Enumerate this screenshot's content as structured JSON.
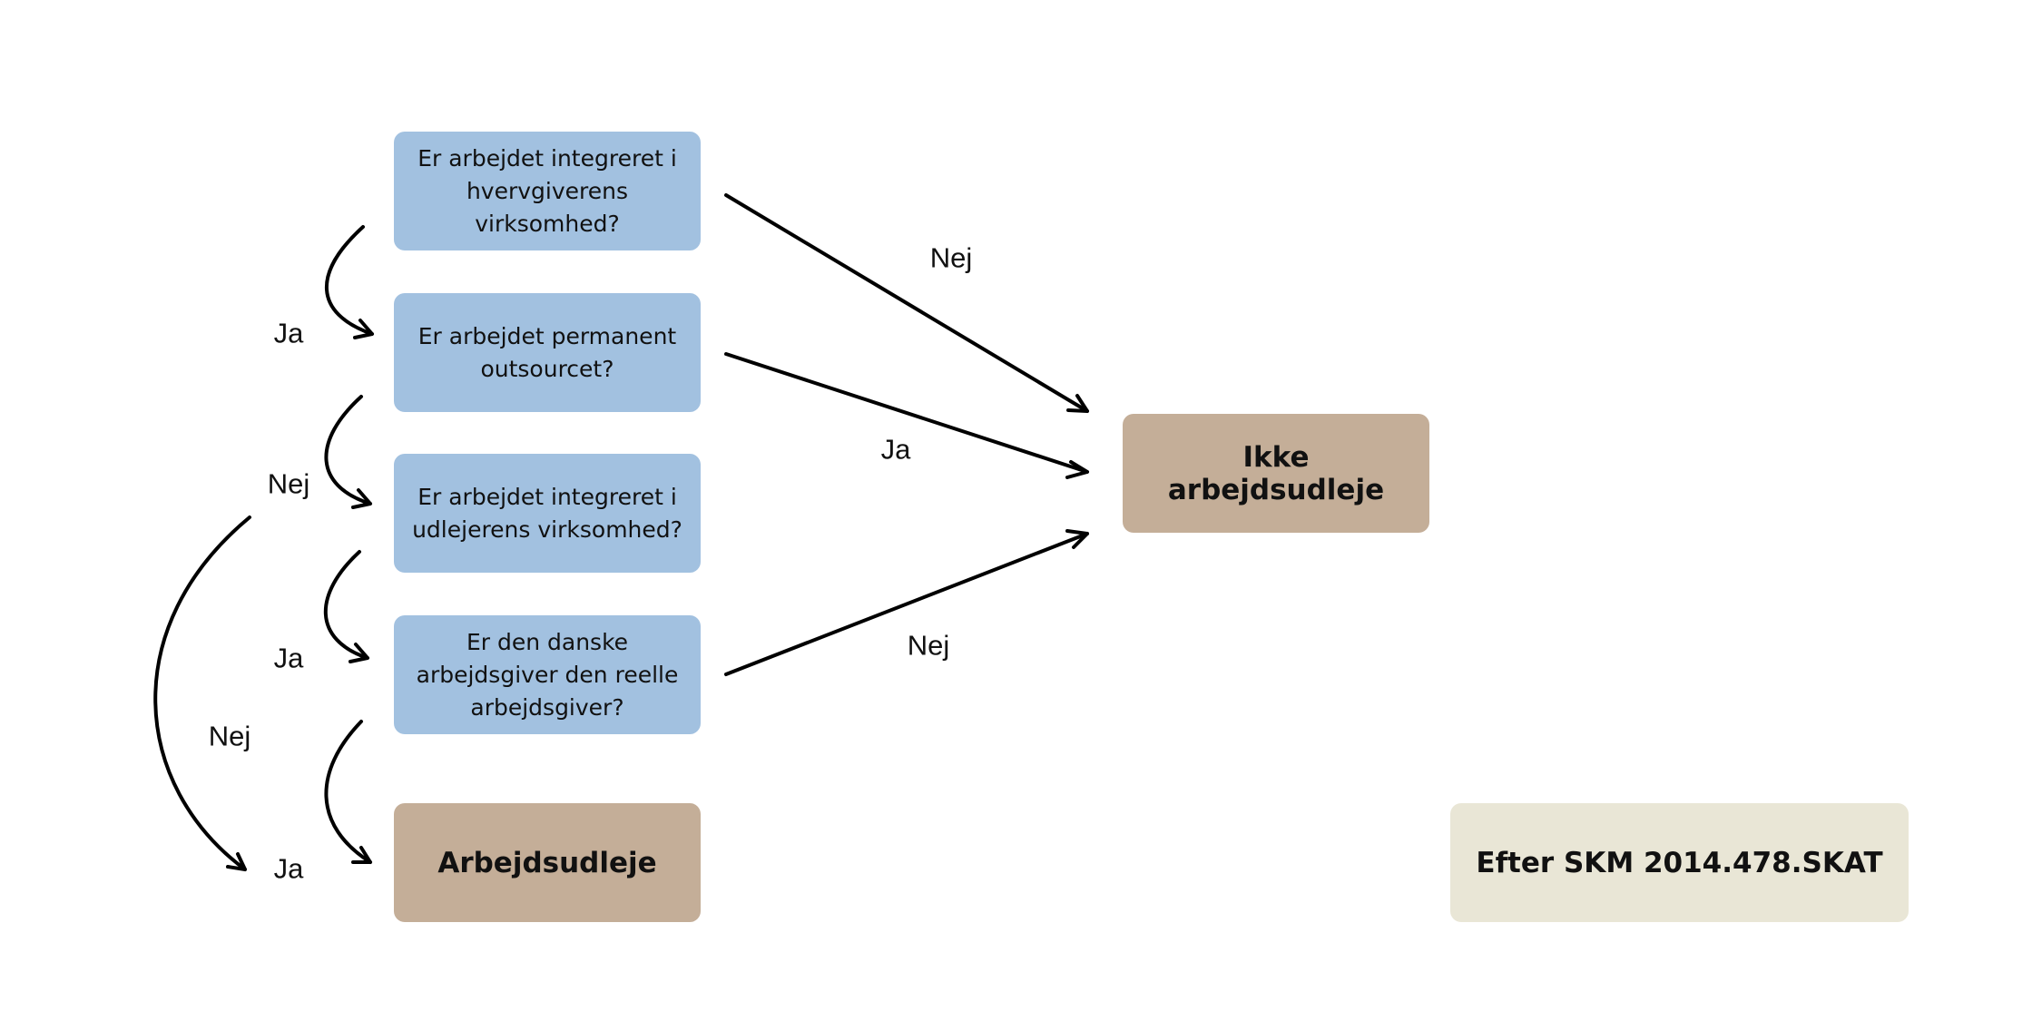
{
  "questions": [
    "Er arbejdet integreret i hvervgiverens virksomhed?",
    "Er arbejdet permanent outsourcet?",
    "Er arbejdet integreret i udlejerens virksomhed?",
    "Er den danske arbejdsgiver den reelle arbejdsgiver?"
  ],
  "results": {
    "arbejdsudleje": "Arbejdsudleje",
    "ikke_arbejdsudleje": "Ikke arbejdsudleje"
  },
  "source_note": "Efter SKM 2014.478.SKAT",
  "edge_labels": {
    "q1_to_q2": "Ja",
    "q2_to_q3": "Nej",
    "q3_to_q4": "Ja",
    "q4_to_result": "Ja",
    "q2_to_result": "Nej",
    "q1_to_ikke": "Nej",
    "q2_to_ikke": "Ja",
    "q4_to_ikke": "Nej"
  }
}
